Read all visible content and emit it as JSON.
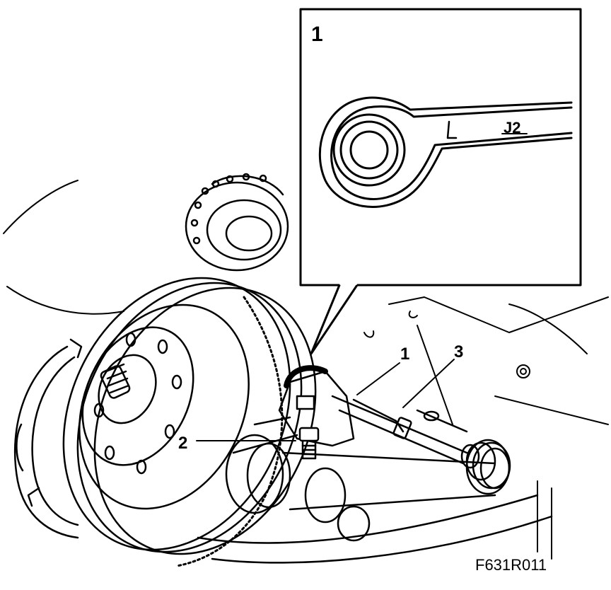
{
  "inset": {
    "number": "1",
    "tool_marking": "J2"
  },
  "callouts": {
    "c1": "1",
    "c2": "2",
    "c3": "3"
  },
  "figure_code": "F631R011",
  "colors": {
    "ink": "#000000",
    "paper": "#ffffff"
  }
}
